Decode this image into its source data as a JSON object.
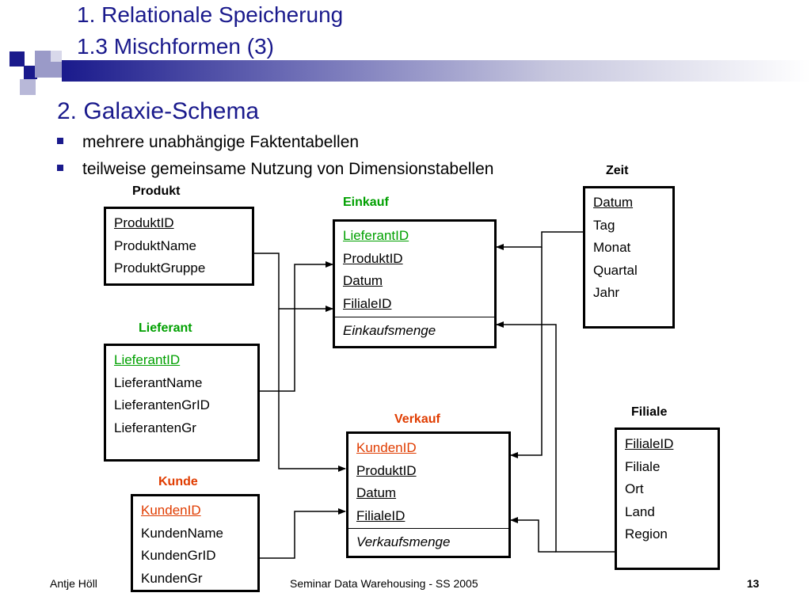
{
  "slide": {
    "title_line1": "1. Relationale Speicherung",
    "title_line2": "1.3 Mischformen (3)",
    "heading": "2. Galaxie-Schema",
    "bullets": [
      "mehrere unabhängige Faktentabellen",
      "teilweise gemeinsame Nutzung von Dimensionstabellen"
    ]
  },
  "tables": {
    "produkt": {
      "label": "Produkt",
      "attrs": [
        "ProduktID",
        "ProduktName",
        "ProduktGruppe"
      ]
    },
    "lieferant": {
      "label": "Lieferant",
      "attrs": [
        "LieferantID",
        "LieferantName",
        "LieferantenGrID",
        "LieferantenGr"
      ]
    },
    "kunde": {
      "label": "Kunde",
      "attrs": [
        "KundenID",
        "KundenName",
        "KundenGrID",
        "KundenGr"
      ]
    },
    "einkauf": {
      "label": "Einkauf",
      "keys": [
        "LieferantID",
        "ProduktID",
        "Datum",
        "FilialeID"
      ],
      "measure": "Einkaufsmenge"
    },
    "verkauf": {
      "label": "Verkauf",
      "keys": [
        "KundenID",
        "ProduktID",
        "Datum",
        "FilialeID"
      ],
      "measure": "Verkaufsmenge"
    },
    "zeit": {
      "label": "Zeit",
      "attrs": [
        "Datum",
        "Tag",
        "Monat",
        "Quartal",
        "Jahr"
      ]
    },
    "filiale": {
      "label": "Filiale",
      "attrs": [
        "FilialeID",
        "Filiale",
        "Ort",
        "Land",
        "Region"
      ]
    }
  },
  "colors": {
    "title": "#1a1a8c",
    "green": "#00a000",
    "red": "#e03c00",
    "black": "#000000"
  },
  "footer": {
    "author": "Antje Höll",
    "center": "Seminar Data Warehousing  - SS 2005",
    "page": "13"
  }
}
